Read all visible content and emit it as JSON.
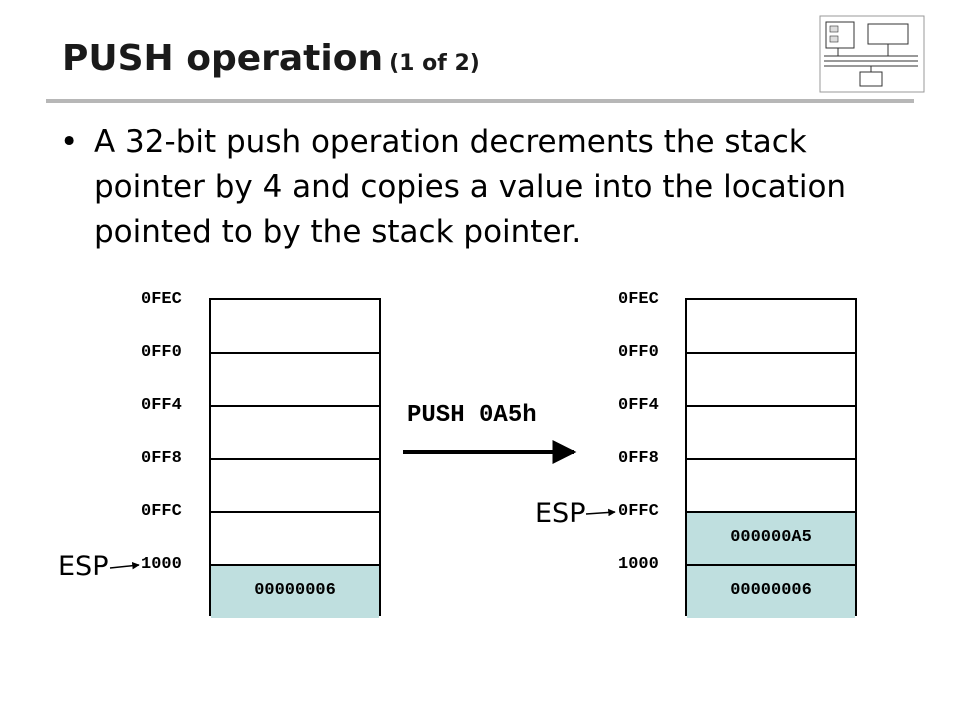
{
  "title": {
    "main": "PUSH operation",
    "sub": "(1 of 2)"
  },
  "bullet": {
    "marker": "•",
    "text": "A 32-bit push operation decrements the stack pointer by 4 and copies a value into the location pointed to by the stack pointer."
  },
  "operation": "PUSH 0A5h",
  "left_stack": {
    "addresses": [
      "0FEC",
      "0FF0",
      "0FF4",
      "0FF8",
      "0FFC",
      "1000"
    ],
    "values": {
      "1000": "00000006"
    },
    "esp_label": "ESP",
    "esp_points_to": "1000"
  },
  "right_stack": {
    "addresses": [
      "0FEC",
      "0FF0",
      "0FF4",
      "0FF8",
      "0FFC",
      "1000"
    ],
    "values": {
      "0FFC": "000000A5",
      "1000": "00000006"
    },
    "esp_label": "ESP",
    "esp_points_to": "0FFC"
  },
  "colors": {
    "filled_cell": "#bfdfdf",
    "rule": "#b7b7b7"
  }
}
